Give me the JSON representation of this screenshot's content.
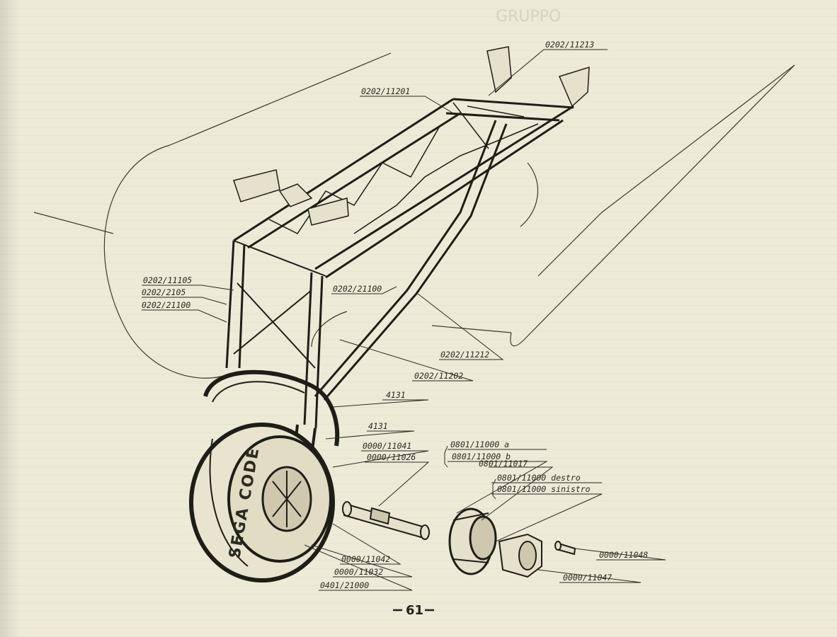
{
  "page": {
    "number": "61",
    "faint_header": "GRUPPO"
  },
  "tire": {
    "brand": "SEGA CODE"
  },
  "labels": {
    "l_11213": "0202/11213",
    "l_11201": "0202/11201",
    "l_11105": "0202/11105",
    "l_2105": "0202/2105",
    "l_21100_left": "0202/21100",
    "l_21100_mid": "0202/21100",
    "l_11212": "0202/11212",
    "l_11202": "0202/11202",
    "l_4131_a": "4131",
    "l_4131_b": "4131",
    "l_11041": "0000/11041",
    "l_11026": "0000/11026",
    "l_11000a": "0801/11000 a",
    "l_11000b": "0801/11000 b",
    "l_11017": "0801/11017",
    "l_destro": "0801/11000 destro",
    "l_sinistro": "0801/11000 sinistro",
    "l_11042": "0000/11042",
    "l_11032": "0000/11032",
    "l_21000": "0401/21000",
    "l_11048": "0000/11048",
    "l_11047": "0000/11047"
  },
  "colors": {
    "paper": "#eeead8",
    "ink": "#2a2a22"
  }
}
